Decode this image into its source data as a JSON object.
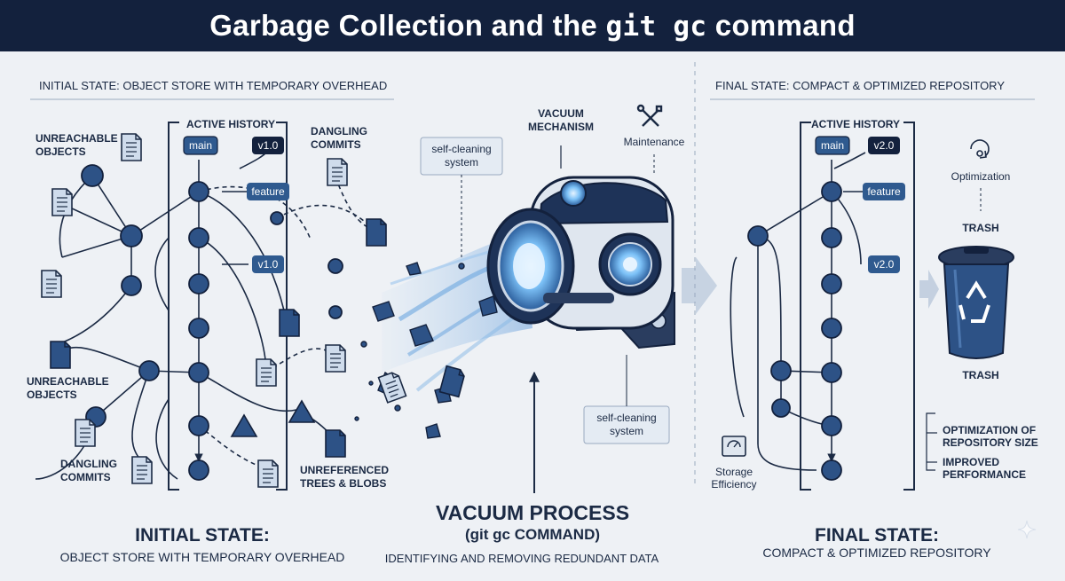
{
  "banner": {
    "title_prefix": "Garbage Collection and the ",
    "title_code": "git gc",
    "title_suffix": " command"
  },
  "left_panel": {
    "header": "INITIAL STATE: OBJECT STORE WITH TEMPORARY OVERHEAD",
    "active_history": "ACTIVE HISTORY",
    "branch_main": "main",
    "tag_v1_top": "v1.0",
    "tag_feature": "feature",
    "tag_v1_mid": "v1.0",
    "unreachable_top": [
      "UNREACHABLE",
      "OBJECTS"
    ],
    "dangling_top": [
      "DANGLING",
      "COMMITS"
    ],
    "unreachable_bottom": [
      "UNREACHABLE",
      "OBJECTS"
    ],
    "dangling_bottom": [
      "DANGLING",
      "COMMITS"
    ],
    "unreferenced": [
      "UNREFERENCED",
      "TREES & BLOBS"
    ],
    "caption_title": "INITIAL STATE:",
    "caption_sub": "OBJECT STORE WITH TEMPORARY OVERHEAD"
  },
  "middle_panel": {
    "vacuum_mechanism": [
      "VACUUM",
      "MECHANISM"
    ],
    "maintenance": "Maintenance",
    "self_cleaning_top": [
      "self-cleaning",
      "system"
    ],
    "self_cleaning_bottom": [
      "self-cleaning",
      "system"
    ],
    "caption_title": "VACUUM PROCESS",
    "caption_cmd": "(git gc COMMAND)",
    "caption_sub": "IDENTIFYING AND REMOVING REDUNDANT DATA"
  },
  "right_panel": {
    "header": "FINAL STATE: COMPACT & OPTIMIZED REPOSITORY",
    "active_history": "ACTIVE HISTORY",
    "branch_main": "main",
    "tag_v2_top": "v2.0",
    "tag_feature": "feature",
    "tag_v2_mid": "v2.0",
    "optimization": "Optimization",
    "trash_top": "TRASH",
    "trash_bottom": "TRASH",
    "storage": [
      "Storage",
      "Efficiency"
    ],
    "benefit_1": [
      "OPTIMIZATION OF",
      "REPOSITORY SIZE"
    ],
    "benefit_2": [
      "IMPROVED",
      "PERFORMANCE"
    ],
    "caption_title": "FINAL STATE:",
    "caption_sub": "COMPACT & OPTIMIZED REPOSITORY"
  },
  "colors": {
    "navy": "#13213d",
    "node": "#2d5286",
    "pill": "#2f5a8f",
    "accent": "#5fa8e8",
    "bg": "#eef1f5"
  },
  "icons": [
    "document-icon",
    "tools-icon",
    "vacuum-robot-icon",
    "trash-can-icon",
    "recycle-icon",
    "refresh-icon",
    "storage-box-icon",
    "sparkle-icon"
  ]
}
